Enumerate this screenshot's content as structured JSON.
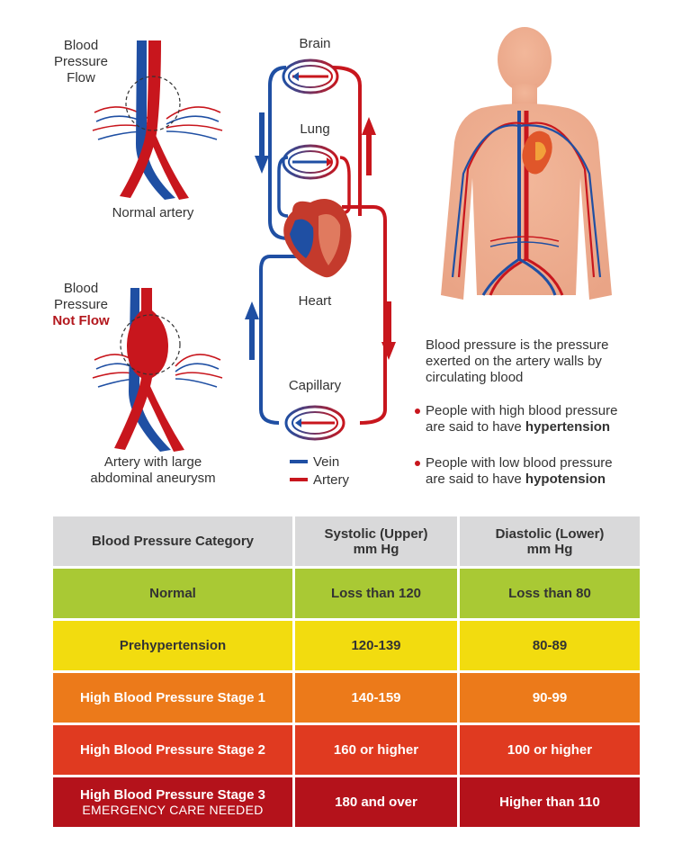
{
  "left": {
    "normal_callout": [
      "Blood",
      "Pressure",
      "Flow"
    ],
    "normal_caption": "Normal artery",
    "aneurysm_callout": [
      "Blood",
      "Pressure"
    ],
    "aneurysm_callout_alert": "Not Flow",
    "aneurysm_caption": [
      "Artery with large",
      "abdominal aneurysm"
    ]
  },
  "circulation": {
    "brain": "Brain",
    "lung": "Lung",
    "heart": "Heart",
    "capillary": "Capillary",
    "legend": [
      {
        "label": "Vein",
        "color": "#1f4fa3"
      },
      {
        "label": "Artery",
        "color": "#c8161d"
      }
    ]
  },
  "info": {
    "definition": [
      "Blood pressure is the pressure",
      "exerted on the artery walls by",
      "circulating blood"
    ],
    "high_line1": "People with high blood pressure",
    "high_line2_prefix": "are said to have ",
    "high_term": "hypertension",
    "low_line1": "People with low blood pressure",
    "low_line2_prefix": "are said to have ",
    "low_term": "hypotension"
  },
  "table": {
    "headers": [
      "Blood Pressure Category",
      "Systolic (Upper)",
      "mm Hg",
      "Diastolic (Lower)",
      "mm Hg"
    ],
    "rows": [
      {
        "category": "Normal",
        "systolic": "Loss than 120",
        "diastolic": "Loss than 80"
      },
      {
        "category": "Prehypertension",
        "systolic": "120-139",
        "diastolic": "80-89"
      },
      {
        "category": "High Blood Pressure Stage 1",
        "systolic": "140-159",
        "diastolic": "90-99"
      },
      {
        "category": "High Blood Pressure Stage 2",
        "systolic": "160 or higher",
        "diastolic": "100 or higher"
      },
      {
        "category": "High Blood Pressure Stage 3",
        "note": "EMERGENCY CARE NEEDED",
        "systolic": "180 and over",
        "diastolic": "Higher than 110"
      }
    ]
  },
  "colors": {
    "vein": "#1f4fa3",
    "artery": "#c8161d",
    "normal": "#a9c934",
    "prehypertension": "#f2dc0f",
    "stage1": "#ec7a1a",
    "stage2": "#e03a20",
    "stage3": "#b4121b"
  }
}
